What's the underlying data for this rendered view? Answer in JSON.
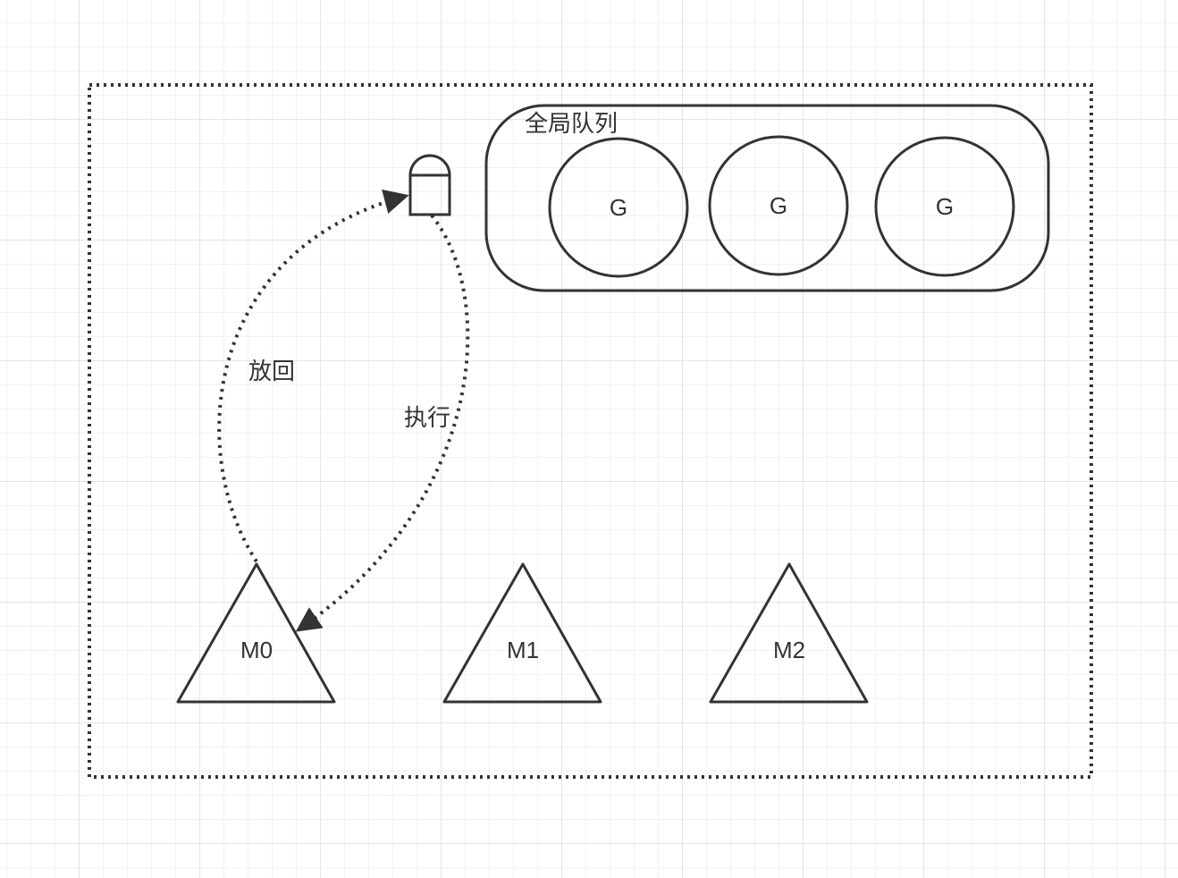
{
  "queue": {
    "label": "全局队列",
    "goroutines": [
      "G",
      "G",
      "G"
    ]
  },
  "lock": {
    "icon": "lock-icon"
  },
  "edges": {
    "put_back": "放回",
    "execute": "执行"
  },
  "machines": [
    "M0",
    "M1",
    "M2"
  ],
  "colors": {
    "stroke": "#333333",
    "grid": "#e4e4e4"
  }
}
